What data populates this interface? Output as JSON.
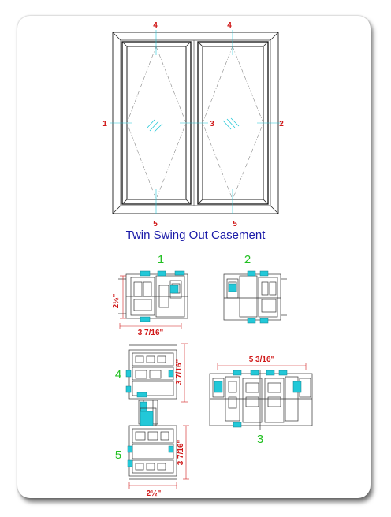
{
  "title": "Twin Swing Out Casement",
  "elevation_labels": {
    "top_left": "4",
    "top_right": "4",
    "left": "1",
    "center": "3",
    "right": "2",
    "bottom_left": "5",
    "bottom_right": "5"
  },
  "section_labels": {
    "s1": "1",
    "s2": "2",
    "s3": "3",
    "s4": "4",
    "s5": "5"
  },
  "dimensions": {
    "d1_height": "2½\"",
    "d1_width": "3 7/16\"",
    "d3_width": "5 3/16\"",
    "d4_height": "3 7/16\"",
    "d5_height": "3 7/16\"",
    "d5_width": "2½\""
  },
  "colors": {
    "title": "#1a1aa8",
    "callout": "#d01818",
    "section_label": "#22c022",
    "glazing": "#22c8d8",
    "line": "#222222"
  }
}
